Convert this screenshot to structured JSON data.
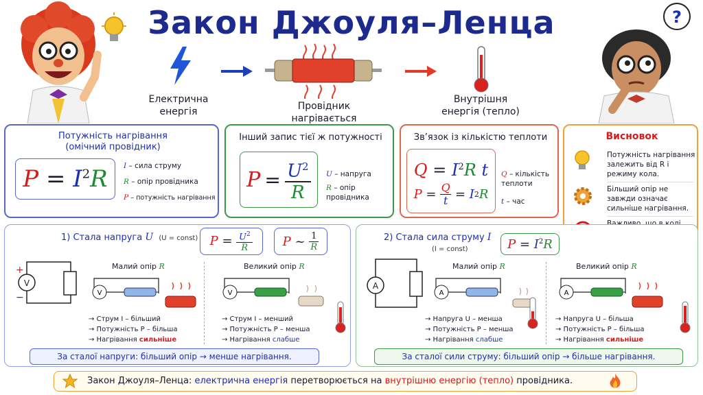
{
  "title": "Закон Джоуля–Ленца",
  "top": {
    "electric_energy": [
      "Електрична",
      "енергія"
    ],
    "conductor": [
      "Провідник",
      "нагрівається"
    ],
    "internal_energy": [
      "Внутрішня",
      "енергія  (тепло)"
    ]
  },
  "card1": {
    "header": [
      "Потужність нагрівання",
      "(омічний провідник)"
    ],
    "legend": [
      {
        "sym": "I",
        "text": "– сила струму"
      },
      {
        "sym": "R",
        "text": "– опір провідника"
      },
      {
        "sym": "P",
        "text": "– потужність нагрівання"
      }
    ]
  },
  "card2": {
    "header": "Інший запис тієї ж потужності",
    "legend": [
      {
        "sym": "U",
        "text": "– напруга"
      },
      {
        "sym": "R",
        "text": "– опір провідника"
      }
    ]
  },
  "card3": {
    "header": "Зв’язок із кількістю теплоти",
    "legend": [
      {
        "sym": "Q",
        "text": "– кількість теплоти"
      },
      {
        "sym": "t",
        "text": "– час"
      }
    ]
  },
  "card4": {
    "header": "Висновок",
    "items": [
      "Потужність нагрівання залежить від R і режиму кола.",
      "Більший опір не завжди означає сильніше нагрівання.",
      "Важливо, що в колі залишається сталим: U чи I."
    ]
  },
  "section1": {
    "header": "1)  Стала  напруга",
    "var": "U",
    "const_note": "(U = const)",
    "small_r": "Малий опір",
    "big_r": "Великий опір",
    "small_list": [
      "→ Струм  I – більший",
      "→ Потужність  P – більша",
      "→ Нагрівання"
    ],
    "small_strong": "сильніше",
    "big_list": [
      "→ Струм  I – менший",
      "→ Потужність  P – менша",
      "→ Нагрівання"
    ],
    "big_strong": "слабше",
    "meter": "V",
    "conclusion": "За сталої напруги: більший опір   →   менше нагрівання."
  },
  "section2": {
    "header": "2)  Стала  сила  струму",
    "var": "I",
    "const_note": "(I = const)",
    "small_r": "Малий опір",
    "big_r": "Великий опір",
    "small_list": [
      "→ Напруга  U – менша",
      "→ Потужність  P – менша",
      "→ Нагрівання"
    ],
    "small_strong": "слабше",
    "big_list": [
      "→ Напруга  U – більша",
      "→ Потужність  P – більша",
      "→ Нагрівання"
    ],
    "big_strong": "сильніше",
    "meter": "A",
    "conclusion": "За сталої сили струму: більший опір  →  більше нагрівання."
  },
  "footer": {
    "lead": "Закон Джоуля–Ленца:",
    "part1": "електрична енергія",
    "part2": "перетворюється на",
    "part3": "внутрішню енергію (тепло)",
    "part4": "провідника."
  },
  "colors": {
    "title": "#1b2a8c",
    "blue_card": "#3b4fd0",
    "green_card": "#3a9a48",
    "red_card": "#e0654a",
    "orange_card": "#f0a23a"
  },
  "icons": [
    "lightning-icon",
    "arrow-right-icon",
    "thermometer-icon",
    "bulb-icon",
    "gear-icon",
    "target-icon",
    "star-icon",
    "fire-icon",
    "question-icon"
  ]
}
